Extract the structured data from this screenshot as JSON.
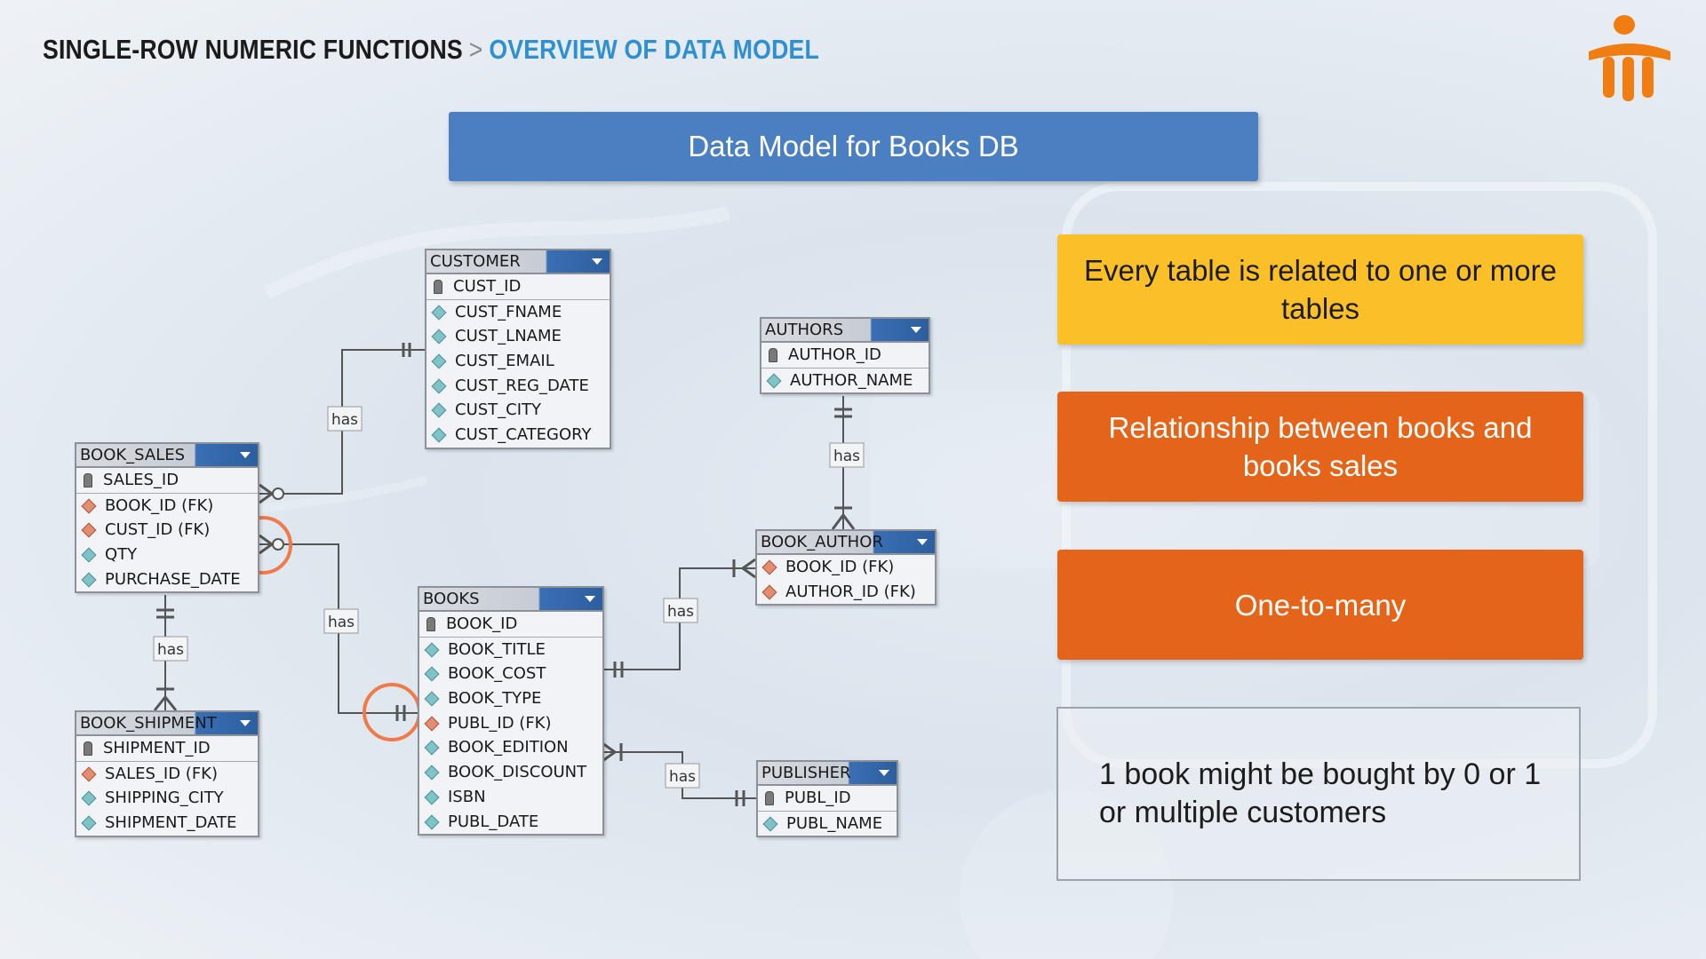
{
  "breadcrumb": {
    "section": "SINGLE-ROW NUMERIC FUNCTIONS",
    "separator": ">",
    "current": "OVERVIEW OF DATA MODEL"
  },
  "banner": {
    "title": "Data Model for Books DB"
  },
  "colors": {
    "accent_blue": "#4a7fc2",
    "breadcrumb_blue": "#2e8fd1",
    "yellow": "#fbbf28",
    "orange": "#e4651a",
    "highlight_circle": "#f07a4a",
    "logo": "#f07d12"
  },
  "tables": {
    "customer": {
      "name": "CUSTOMER",
      "columns": [
        {
          "label": "CUST_ID",
          "kind": "pk"
        },
        {
          "label": "CUST_FNAME",
          "kind": "attr"
        },
        {
          "label": "CUST_LNAME",
          "kind": "attr"
        },
        {
          "label": "CUST_EMAIL",
          "kind": "attr"
        },
        {
          "label": "CUST_REG_DATE",
          "kind": "attr"
        },
        {
          "label": "CUST_CITY",
          "kind": "attr"
        },
        {
          "label": "CUST_CATEGORY",
          "kind": "attr"
        }
      ]
    },
    "authors": {
      "name": "AUTHORS",
      "columns": [
        {
          "label": "AUTHOR_ID",
          "kind": "pk"
        },
        {
          "label": "AUTHOR_NAME",
          "kind": "attr"
        }
      ]
    },
    "book_sales": {
      "name": "BOOK_SALES",
      "columns": [
        {
          "label": "SALES_ID",
          "kind": "pk"
        },
        {
          "label": "BOOK_ID (FK)",
          "kind": "fk"
        },
        {
          "label": "CUST_ID (FK)",
          "kind": "fk"
        },
        {
          "label": "QTY",
          "kind": "attr"
        },
        {
          "label": "PURCHASE_DATE",
          "kind": "attr"
        }
      ]
    },
    "book_author": {
      "name": "BOOK_AUTHOR",
      "columns": [
        {
          "label": "BOOK_ID (FK)",
          "kind": "fk"
        },
        {
          "label": "AUTHOR_ID (FK)",
          "kind": "fk"
        }
      ]
    },
    "books": {
      "name": "BOOKS",
      "columns": [
        {
          "label": "BOOK_ID",
          "kind": "pk"
        },
        {
          "label": "BOOK_TITLE",
          "kind": "attr"
        },
        {
          "label": "BOOK_COST",
          "kind": "attr"
        },
        {
          "label": "BOOK_TYPE",
          "kind": "attr"
        },
        {
          "label": "PUBL_ID (FK)",
          "kind": "fk"
        },
        {
          "label": "BOOK_EDITION",
          "kind": "attr"
        },
        {
          "label": "BOOK_DISCOUNT",
          "kind": "attr"
        },
        {
          "label": "ISBN",
          "kind": "attr"
        },
        {
          "label": "PUBL_DATE",
          "kind": "attr"
        }
      ]
    },
    "book_shipment": {
      "name": "BOOK_SHIPMENT",
      "columns": [
        {
          "label": "SHIPMENT_ID",
          "kind": "pk"
        },
        {
          "label": "SALES_ID (FK)",
          "kind": "fk"
        },
        {
          "label": "SHIPPING_CITY",
          "kind": "attr"
        },
        {
          "label": "SHIPMENT_DATE",
          "kind": "attr"
        }
      ]
    },
    "publisher": {
      "name": "PUBLISHER",
      "columns": [
        {
          "label": "PUBL_ID",
          "kind": "pk"
        },
        {
          "label": "PUBL_NAME",
          "kind": "attr"
        }
      ]
    }
  },
  "relationships": [
    {
      "from": "CUSTOMER",
      "to": "BOOK_SALES",
      "label": "has"
    },
    {
      "from": "BOOKS",
      "to": "BOOK_SALES",
      "label": "has",
      "highlighted": true
    },
    {
      "from": "BOOK_SALES",
      "to": "BOOK_SHIPMENT",
      "label": "has"
    },
    {
      "from": "AUTHORS",
      "to": "BOOK_AUTHOR",
      "label": "has"
    },
    {
      "from": "BOOKS",
      "to": "BOOK_AUTHOR",
      "label": "has"
    },
    {
      "from": "PUBLISHER",
      "to": "BOOKS",
      "label": "has"
    }
  ],
  "cards": {
    "yellow": "Every table is related to one or more tables",
    "orange_1": "Relationship between books and books sales",
    "orange_2": "One-to-many",
    "note": "1 book might be bought by 0 or 1 or multiple customers"
  }
}
